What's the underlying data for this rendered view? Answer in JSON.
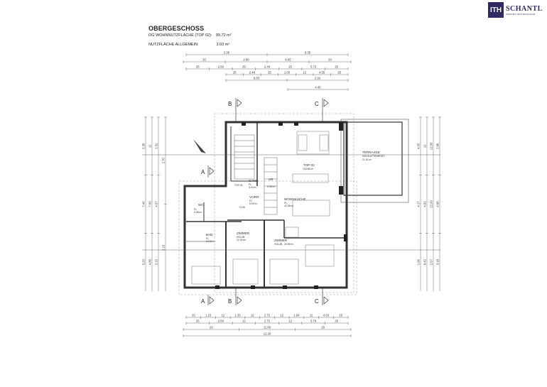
{
  "header": {
    "title": "OBERGESCHOSS",
    "wohnnutz_label": "OG WOHNNUTZFLÄCHE (TOP 02):",
    "wohnnutz_value": "99.72 m²",
    "allgemein_label": "NUTZFLÄCHE ALLGEMEIN:",
    "allgemein_value": "3.03 m²"
  },
  "logo": {
    "mark": "ITH",
    "name": "SCHANTL",
    "tagline": "IMMOBILIENTREUHAND"
  },
  "sections": {
    "a": "A",
    "b": "B",
    "c": "C"
  },
  "rooms": {
    "top02": {
      "name": "TOP 02",
      "area": "103.68 m²"
    },
    "gang": {
      "name": "GANG",
      "floor": "FL",
      "area": "3.03 m²"
    },
    "top02_small": "TOP 02",
    "ar": {
      "name": "AR",
      "area": "0.95 m²"
    },
    "vorr": {
      "name": "VORR",
      "floor": "FL",
      "area": "8.09 m²"
    },
    "wohnkueche": {
      "name": "WOHNKÜCHE",
      "floor": "FL",
      "area": "42.08 m²"
    },
    "wc": {
      "name": "WC",
      "floor": "FL",
      "area": "2.58 m²"
    },
    "bad": {
      "name": "BAD",
      "floor": "FL",
      "area": "10.34 m²"
    },
    "zimmer1": {
      "name": "ZIMMER",
      "floor": "HOLZB.",
      "area": "12.40 m²"
    },
    "zimmer2": {
      "name": "ZIMMER",
      "floor": "HOLZB.",
      "area": "20.59 m²"
    },
    "terrasse": {
      "name": "TERRASSE",
      "floor": "HOLZLATTENROST",
      "area": "21.51 m²"
    },
    "level": "+3.08"
  },
  "dimensions": {
    "top_row1": [
      "2.95",
      "9.35"
    ],
    "top_row2": [
      "20",
      "2.80",
      "8.05",
      "20"
    ],
    "top_row3": [
      "25",
      "2.60",
      "25",
      "2.48",
      "25",
      "5.72",
      "25"
    ],
    "top_row4": [
      "25",
      "2.48",
      "25",
      "1.05",
      "12",
      "4.55",
      "25"
    ],
    "top_row5": [
      "6.93",
      "2.92"
    ],
    "top_row6": [
      "4.45"
    ],
    "bottom_row1": [
      "25",
      "1.15",
      "12",
      "1.33",
      "12",
      "2.72",
      "12",
      "1.64",
      "12",
      "4.03",
      "25"
    ],
    "bottom_row2": [
      "25",
      "2.60",
      "12",
      "2.72",
      "12",
      "5.79",
      "25"
    ],
    "bottom_row3": [
      "20",
      "11.80",
      "20"
    ],
    "bottom_row4": [
      "12.20"
    ],
    "left": [
      "5.35",
      "7.40",
      "5.20",
      "12",
      "7.00",
      "4.85",
      "2.31",
      "4.07",
      "2.15",
      "2.70",
      "2.15"
    ],
    "right": [
      "4.05",
      "4.17",
      "1.96",
      "12",
      "4.92",
      "8.42",
      "12.00",
      "12.00",
      "2.67",
      "2.96",
      "4.98",
      "3.18"
    ]
  }
}
